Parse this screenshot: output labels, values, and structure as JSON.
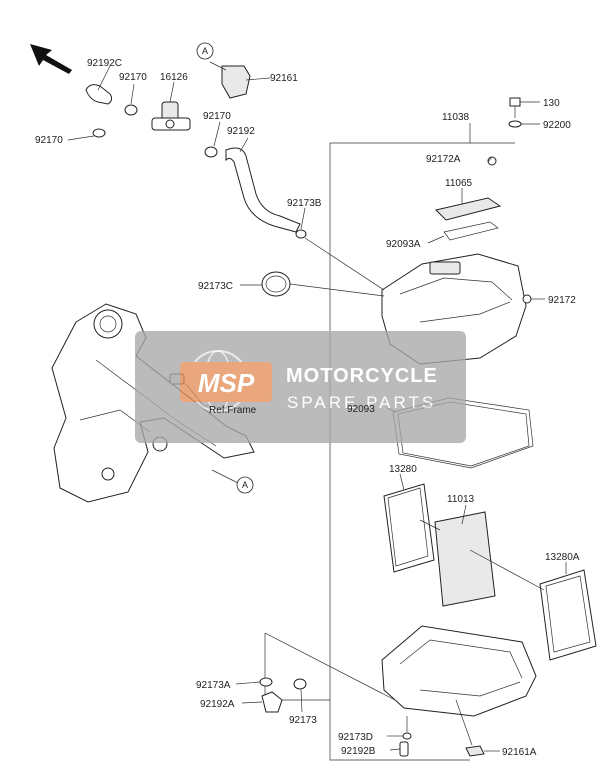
{
  "labels": [
    "92192C",
    "92170",
    "16126",
    "92161",
    "92170",
    "92192",
    "92170",
    "92173B",
    "92173C",
    "11038",
    "92172A",
    "11065",
    "92093A",
    "92172",
    "130",
    "92200",
    "92093",
    "13280",
    "11013",
    "13280A",
    "92173A",
    "92192A",
    "92173",
    "92173D",
    "92192B",
    "92161A",
    "Ref.Frame"
  ],
  "callouts": [
    "A",
    "A"
  ],
  "watermark": {
    "logo": "MSP",
    "line1": "MOTORCYCLE",
    "line2": "SPARE PARTS"
  },
  "colors": {
    "watermark_panel": "#a9a9a9",
    "watermark_logo": "#e58f5a",
    "line": "#222222"
  }
}
